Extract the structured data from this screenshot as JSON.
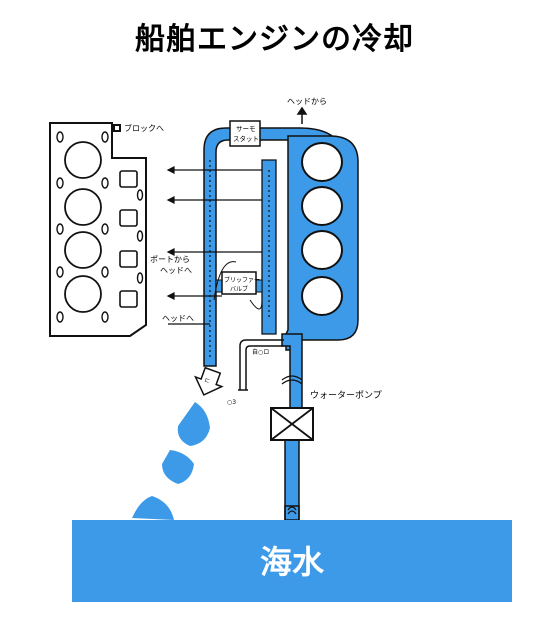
{
  "title": "船舶エンジンの冷却",
  "labels": {
    "to_block": "ブロックへ",
    "from_head": "ヘッドから",
    "thermostat_line1": "サーモ",
    "thermostat_line2": "スタット",
    "from_port_line1": "ポートから",
    "from_port_line2": "ヘッドへ",
    "bypass_valve_line1": "ブリッファー",
    "bypass_valve_line2": "バルブ",
    "to_head": "ヘッドへ",
    "small_label_1": "自○ロ",
    "small_label_2": "○3",
    "water_pump": "ウォーターポンプ",
    "sea_water": "海水"
  },
  "colors": {
    "coolant": "#3d9ae8",
    "sea": "#3d9ae8",
    "ink": "#111111",
    "sea_text": "#ffffff"
  }
}
